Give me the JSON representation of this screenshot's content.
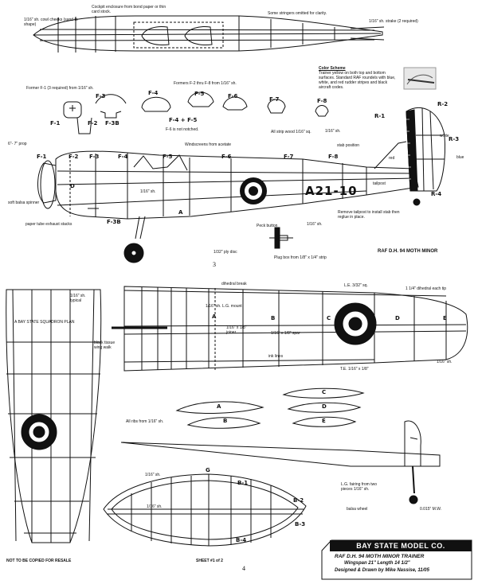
{
  "labels": {
    "cowl_cheeks": "1/16\" sh. cowl cheeks (sand to shape)",
    "cockpit_enclosure": "Cockpit enclosure from bond paper or thin card stock.",
    "stringers_omitted": "Some stringers omitted for clarity.",
    "strake": "1/16\" sh. strake (2 required)",
    "formers_f2_f8": "Formers F-2 thru F-8 from 1/16\" sh.",
    "former_f1": "Former F-1 (3 required) from 1/16\" sh.",
    "f6_note": "F-6 is not notched.",
    "all_strip": "All strip wood 1/16\" sq.",
    "prop": "6\"- 7\" prop",
    "windscreens": "Windscreens from acetate",
    "soft_spinner": "soft balsa spinner",
    "exhaust_stacks": "paper tube exhaust stacks",
    "sh_116_a": "1/16\" sh.",
    "sh_116_b": "1/16\" sh.",
    "sh_116_c": "1/16\" sh.",
    "sh_116_d": "1/16\" sh.",
    "stab_position": "stab position",
    "tailpost": "tailpost",
    "remove_tailpost": "Remove tailpost to install stab then reglue in place.",
    "peck_button": "Peck button",
    "ply_disc": "1/32\" ply disc",
    "plug_box": "Plug box from 1/8\" x 1/4\" strip",
    "plan_title": "RAF D.H. 94 MOTH MINOR",
    "squadron_plan": "A BAY STATE SQUADRON PLAN",
    "typical": "1/16\" sh. typical",
    "black_tissue": "black tissue wing walk",
    "dihedral_break": "dihedral break",
    "lg_mount": "1/16\" sh. L.G. mount",
    "joiner": "1/16\" x 1/8\" joiner",
    "spar": "1/16\" x 1/8\" spar",
    "ink_lines": "ink lines",
    "le": "L.E. 3/32\" sq.",
    "dihedral_tip": "1 1/4\" dihedral each tip",
    "te": "T.E. 1/16\" x 1/8\"",
    "all_ribs": "All ribs from 1/16\" sh.",
    "lg_fairing": "L.G. fairing from two pieces 1/16\" sh.",
    "balsa_wheel": "balsa wheel",
    "mw": "0.015\" M.W.",
    "not_copied": "NOT TO BE COPIED FOR RESALE",
    "sheet": "SHEET #1 of 2",
    "white": "white",
    "red": "red",
    "blue": "blue"
  },
  "parts": {
    "f1": "F-1",
    "f2": "F-2",
    "f3": "F-3",
    "f3b": "F-3B",
    "f4f5": "F-4 + F-5",
    "f4": "F-4",
    "f5": "F-5",
    "f6": "F-6",
    "f7": "F-7",
    "f8": "F-8",
    "r1": "R-1",
    "r2": "R-2",
    "r3": "R-3",
    "r4": "R-4",
    "a": "A",
    "b": "B",
    "c": "C",
    "d": "D",
    "e": "E",
    "g": "G",
    "b1": "B-1",
    "b2": "B-2",
    "b3": "B-3",
    "b4": "B-4",
    "d_rud": "D"
  },
  "registration": "A21-10",
  "color_scheme": {
    "heading": "Color Scheme",
    "text": "Trainer yellow on both top and bottom surfaces. Standard RAF roundels with blue, white, and red rudder stripes and black aircraft codes."
  },
  "page_numbers": {
    "p3": "3",
    "p4": "4"
  },
  "title_block": {
    "company": "BAY STATE MODEL CO.",
    "name": "RAF D.H. 94 MOTH MINOR TRAINER",
    "specs": "Wingspan 21\"     Length  14 1/2\"",
    "designer": "Designed & Drawn by Mike Nassise, 11/05"
  }
}
